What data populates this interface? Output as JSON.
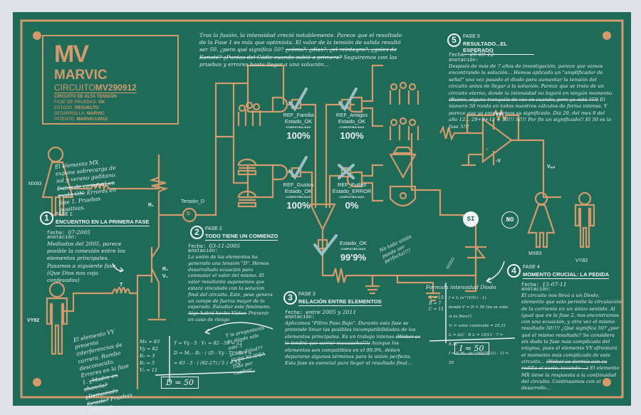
{
  "colors": {
    "board": "#1f6b57",
    "copper": "#d39a6e",
    "chalk": "#e9eef0",
    "check": "#9fbfc6",
    "background": "#dfe1e6"
  },
  "header": {
    "logo": "MV",
    "brand": "MARVIC",
    "circuit_prefix": "CIRCUITO",
    "circuit_id": "MV290912",
    "subtitle": "CIRCUITO DE ALTA TENSIÓN",
    "meta": [
      {
        "key": "FASE DE PRUEBAS:",
        "value": "OK"
      },
      {
        "key": "ESTADO:",
        "value": "RESUELTO"
      },
      {
        "key": "DESARROLLA:",
        "value": "MARVIC"
      },
      {
        "key": "PATENTE:",
        "value": "MARVIC©2012"
      }
    ]
  },
  "intro_note": {
    "text": "Tras la fusión, la intensidad creció notablemente. Parece que el resultado de la Fase 1 es más que optimista. El valor de la tensión de salida resultó ser 50, ¿pero qué significa 50?",
    "struck": "¿cómo?, ¿días?, ¿el reintegro?, ¿goles de Kanoté? ¿Puntos del Cádiz cuando subió a primera?",
    "tail": "Seguiremos con las pruebas y errores hasta llegar a una solución..."
  },
  "elements": {
    "mx": {
      "label": "MX83",
      "note": "El elemento MX expone sobrecarga de sol y verano gaditano.",
      "note_struck": "Datos de carnaval en modo ON.",
      "note_tail": "Errores en fase 1. Pruebas positivas."
    },
    "vy": {
      "label": "VY82",
      "note": "El elemento VY presenta interferencias de carrera. Rumbo desconocido. Errores en la fase 1.",
      "note_struck": "¿Madre en chancla? ¿Demasiado foraste?",
      "note_tail": "Pruebas positivas."
    },
    "resistor_label": "R₁",
    "tension_label": "Tensión_D",
    "d_node": "D",
    "transistor": {
      "r": "R₂",
      "v": "V₁",
      "t": "T"
    },
    "diode_label": "DIODO",
    "opamp": {
      "pos": "+V",
      "neg": "-V",
      "out": "Vₛₐₗ",
      "plus": "+",
      "minus": "-"
    },
    "choice_yes": "SI",
    "choice_no": "NO",
    "right_mx": "MX83",
    "right_vy": "VY82"
  },
  "refs": [
    {
      "name": "REF_Familia",
      "state": "Estado_OK",
      "compat": "COMPATIBILIDAD",
      "pct": "100%",
      "mark": "check"
    },
    {
      "name": "REF_Amigos",
      "state": "Estado_OK",
      "compat": "COMPATIBILIDAD",
      "pct": "100%",
      "mark": "check"
    },
    {
      "name": "REF_Gustos",
      "state": "Estado_OK",
      "compat": "COMPATIBILIDAD",
      "pct": "100%",
      "mark": "check"
    },
    {
      "name": "REF_Futbol",
      "state": "Estado_ERROR",
      "compat": "COMPATIBILIDAD",
      "pct": "0%",
      "mark": "cross"
    },
    {
      "name": "",
      "state": "Estado_OK",
      "compat": "COMPATIBILIDAD",
      "pct": "99'9%",
      "mark": "check"
    }
  ],
  "aside_note": "No toda unión puede ser perfecta!!!!",
  "phases": [
    {
      "num": "1",
      "label": "FASE 1",
      "title": "ENCUENTRO EN LA PRIMERA FASE",
      "date_key": "fecha:",
      "date": "07-2005",
      "annot_key": "anotación:",
      "text": "Mediados del 2005, parece posible la conexión entre los elementos principales. Pasamos a siguiente fase. (Que Dios nos coja confesados)",
      "struck": "",
      "tail": ""
    },
    {
      "num": "2",
      "label": "FASE 2",
      "title": "TODO TIENE UN COMIENZO",
      "date_key": "fecha:",
      "date": "03-11-2005",
      "annot_key": "anotación:",
      "text": "La unión de los elementos ha generado una tensión \"D\". Hemos desarrollado ecuación para conmutar el valor del mismo. El valor resultante suponemos que estará vinculado con la solución final del circuito. Este, pese genera un campo de fuerza mayor de lo esperado. Estudiar este fenómeno.",
      "struck": "Algo habrá hecho Víctor.",
      "tail": "Prevenir en caso de riesgo"
    },
    {
      "num": "3",
      "label": "FASE 3",
      "title": "RELACIÓN ENTRE ELEMENTOS",
      "date_key": "fecha:",
      "date": "entre 2005 y 2011",
      "annot_key": "anotación:",
      "text": "Aplicamos \"Filtro Paso Bajo\". Durante esta fase se pretende limar las posibles incompatibilidades de los elementos principales. Es un trabajo intenso",
      "struck": "(Weber se le tendrá que currar muuuucho!!!)",
      "tail": "Aunque los elementos son compatibles en el 99.9%, deben depurarse algunos términos para la unión perfecta. Esta fase es esencial para llegar al resultado final..."
    },
    {
      "num": "4",
      "label": "FASE 4",
      "title": "MOMENTO CRUCIAL: LA PEDIDA",
      "date_key": "fecha:",
      "date": "15-07-11",
      "annot_key": "anotación:",
      "text": "El circuito nos lleva a un Diodo, elemento que solo permite la circulación de la corriente en un único sentido. Al igual que en la fase 2, nos encontramos con una ecuación, y otra vez el mismo resultado 50!!!! ¿Qué significa 50? ¿por qué el mismo resultado? Se considera sin duda la fase más complicada del enigma, pues el elemento VY afrontará el momento más complicado de este circuito...",
      "struck": "(Weber se dormía con su rodilla al suelo, tocando ...)",
      "tail": "El elemento MX tiene la respuesta a la continuidad del circuito. Continuamos con el desarrollo..."
    },
    {
      "num": "5",
      "label": "FASE 5",
      "title": "RESULTADO...EL ESPERADO",
      "date_key": "fecha:",
      "date": "29-09-12",
      "annot_key": "anotación:",
      "text": "Después de más de 7 años de investigación, parece que vamos encontrando la solución... Hemos aplicado un \"amplificador de señal\" una vez pasado el diodo para aumentar la tensión del circuito antes de llegar a la solución. Parece que se trata de un circuito eterno, donde la intensidad no bajará en ningún momento.",
      "struck": "(Bueno, alguna tranquila de vez en cuando, pero ya está ???)",
      "tail": "El número 50 ronda en todos nuestros cálculos de forma intensa. Y parece que ya entendemos su significado. Día 29, del mes 9 del año 12... 29+9+12 = 50!!! Sí!!! Por fin un significado!! El 50 es la fase 5!!!"
    }
  ],
  "formula_d": {
    "vars": [
      "Mx = 83",
      "Vy = 82",
      "R₁ = 3",
      "R₂ = 5",
      "V₁ = 11"
    ],
    "lines": [
      "T = Vy - 5 · V₁ = 82 - 55 = 27",
      "D = Mₓ - R₁ · ( (D - Vy - T) / R₂ ) =",
      "= 83 - 3 · ( (82-27) / 5 ) = 50"
    ],
    "result": "D = 50",
    "side_note": "Y te preguntarás de dónde sale este 5 ¿Casualidad??",
    "side_struck": "FUES NI IDEA",
    "side_tail": "Toda por cuadrar..."
  },
  "formula_i": {
    "title": "Formula intensidad Diodo",
    "vars": [
      "A = 15",
      "B = 7",
      "C = 11"
    ],
    "lines": [
      "I = Iₛ (e^(V/Vₜ) - 1)",
      "donde V = D = 50 (no se sabe si es Bien?)",
      "Vₜ = valor constante = 25,31",
      "Iₛ = A/C · B     Iₛ = 15/11 · 7 = 8,36",
      "I = 8,36 · (e^(50/25,31) - 1) = 50"
    ],
    "result": "I = 50"
  }
}
